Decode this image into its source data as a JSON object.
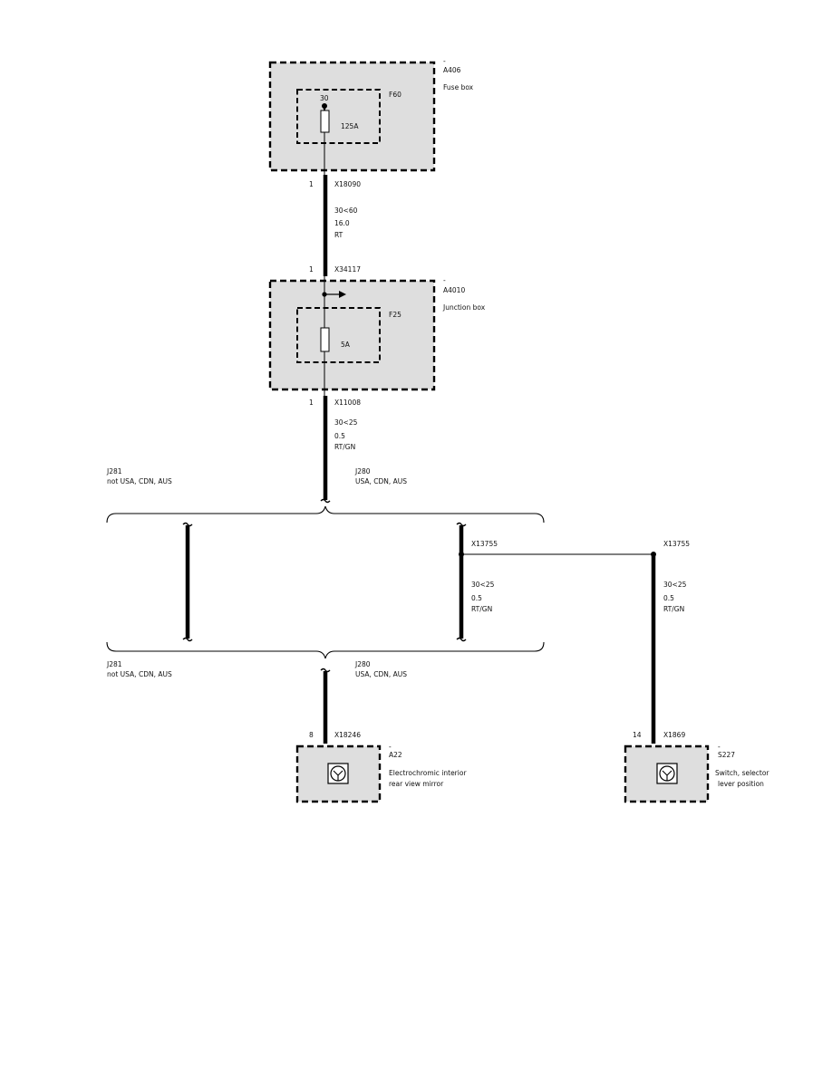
{
  "components": {
    "a406": {
      "tick": "-",
      "id": "A406",
      "name": "Fuse box",
      "fuse": "F60",
      "pin": "30",
      "rating": "125A"
    },
    "a4010": {
      "tick": "-",
      "id": "A4010",
      "name": "Junction box",
      "fuse": "F25",
      "rating": "5A"
    },
    "a22": {
      "tick": "-",
      "id": "A22",
      "name_line1": "Electrochromic interior",
      "name_line2": "rear view mirror"
    },
    "s227": {
      "tick": "-",
      "id": "S227",
      "name_line1": "Switch, selector",
      "name_line2": "lever position"
    }
  },
  "connectors": {
    "x18090": {
      "pin": "1",
      "id": "X18090"
    },
    "x34117": {
      "pin": "1",
      "id": "X34117"
    },
    "x11008": {
      "pin": "1",
      "id": "X11008"
    },
    "x13755_left": {
      "id": "X13755"
    },
    "x13755_right": {
      "id": "X13755"
    },
    "x18246": {
      "pin": "8",
      "id": "X18246"
    },
    "x1869": {
      "pin": "14",
      "id": "X1869"
    }
  },
  "wires": {
    "w1": {
      "circuit": "30<60",
      "size": "16.0",
      "color": "RT"
    },
    "w2": {
      "circuit": "30<25",
      "size": "0.5",
      "color": "RT/GN"
    },
    "w3": {
      "circuit": "30<25",
      "size": "0.5",
      "color": "RT/GN"
    },
    "w4": {
      "circuit": "30<25",
      "size": "0.5",
      "color": "RT/GN"
    }
  },
  "variants": {
    "top_left": {
      "code": "J281",
      "desc": "not USA, CDN, AUS"
    },
    "top_right": {
      "code": "J280",
      "desc": "USA, CDN, AUS"
    },
    "bottom_left": {
      "code": "J281",
      "desc": "not USA, CDN, AUS"
    },
    "bottom_right": {
      "code": "J280",
      "desc": "USA, CDN, AUS"
    }
  }
}
